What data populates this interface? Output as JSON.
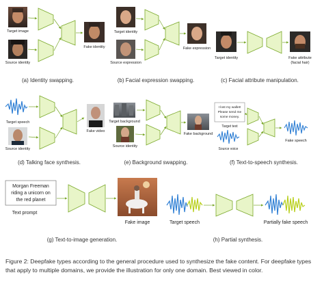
{
  "panels": {
    "a": {
      "inputs": [
        "Target image",
        "Source identity"
      ],
      "output": "Fake identity",
      "caption": "(a) Identity swapping."
    },
    "b": {
      "inputs": [
        "Target identity",
        "Source expression"
      ],
      "output": "Fake expression",
      "caption": "(b) Facial expression swapping."
    },
    "c": {
      "input": "Target identity",
      "output_line1": "Fake attribute",
      "output_line2": "(facial hair)",
      "caption": "(c) Facial attribute manipulation."
    },
    "d": {
      "inputs": [
        "Target speech",
        "Source identity"
      ],
      "output": "Fake video",
      "caption": "(d) Talking face synthesis."
    },
    "e": {
      "inputs": [
        "Target background",
        "Source identity"
      ],
      "output": "Fake background",
      "caption": "(e) Background swapping."
    },
    "f": {
      "text_box": [
        "I lost my wallet!",
        "Please send me",
        "some money."
      ],
      "inputs": [
        "Target text",
        "Source voice"
      ],
      "output": "Fake speech",
      "caption": "(f) Text-to-speech synthesis."
    },
    "g": {
      "prompt": [
        "Morgan Freeman",
        "riding a unicorn on",
        "the red planet"
      ],
      "prompt_label": "Text prompt",
      "output": "Fake image",
      "caption": "(g) Text-to-image generation."
    },
    "h": {
      "input": "Target speech",
      "output": "Partially fake speech",
      "caption": "(h) Partial synthesis."
    }
  },
  "figure_caption": "Figure 2: Deepfake types according to the general procedure used to synthesize the fake content. For deepfake types that apply to multiple domains, we provide the illustration for only one domain. Best viewed in color.",
  "colors": {
    "block_fill": "#e8f5c8",
    "block_stroke": "#7aa82a",
    "arrow": "#7aa82a",
    "wave_blue": "#2f7fd4",
    "wave_green": "#b8cf1a"
  }
}
